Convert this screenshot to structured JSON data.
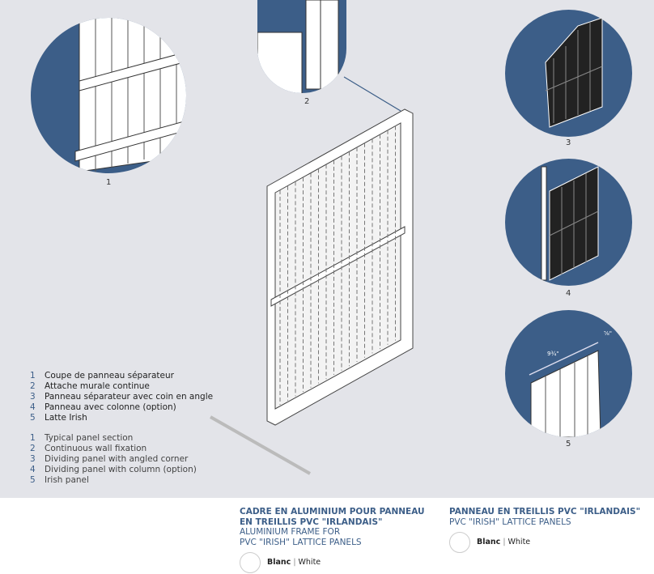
{
  "callouts": {
    "c1": "1",
    "c2": "2",
    "c3": "3",
    "c4": "4",
    "c5": "5"
  },
  "dimensions": {
    "width": "9¾\"",
    "thickness": "⅝\""
  },
  "legend_fr": [
    {
      "n": "1",
      "label": "Coupe de panneau séparateur"
    },
    {
      "n": "2",
      "label": "Attache murale continue"
    },
    {
      "n": "3",
      "label": "Panneau séparateur avec coin en angle"
    },
    {
      "n": "4",
      "label": "Panneau avec colonne (option)"
    },
    {
      "n": "5",
      "label": "Latte Irish"
    }
  ],
  "legend_en": [
    {
      "n": "1",
      "label": "Typical panel section"
    },
    {
      "n": "2",
      "label": "Continuous wall fixation"
    },
    {
      "n": "3",
      "label": "Dividing panel with angled corner"
    },
    {
      "n": "4",
      "label": "Dividing panel with column (option)"
    },
    {
      "n": "5",
      "label": "Irish panel"
    }
  ],
  "products": [
    {
      "fr1": "CADRE EN ALUMINIUM POUR PANNEAU",
      "fr2": "EN TREILLIS PVC \"IRLANDAIS\"",
      "en1": "ALUMINIUM FRAME FOR",
      "en2": "PVC \"IRISH\" LATTICE PANELS",
      "color_fr": "Blanc",
      "sep": "|",
      "color_en": "White"
    },
    {
      "fr1": "PANNEAU EN TREILLIS PVC \"IRLANDAIS\"",
      "en1": "PVC \"IRISH\" LATTICE PANELS",
      "color_fr": "Blanc",
      "sep": "|",
      "color_en": "White"
    }
  ],
  "colors": {
    "accent": "#3c5e88",
    "background": "#e3e4e9"
  }
}
